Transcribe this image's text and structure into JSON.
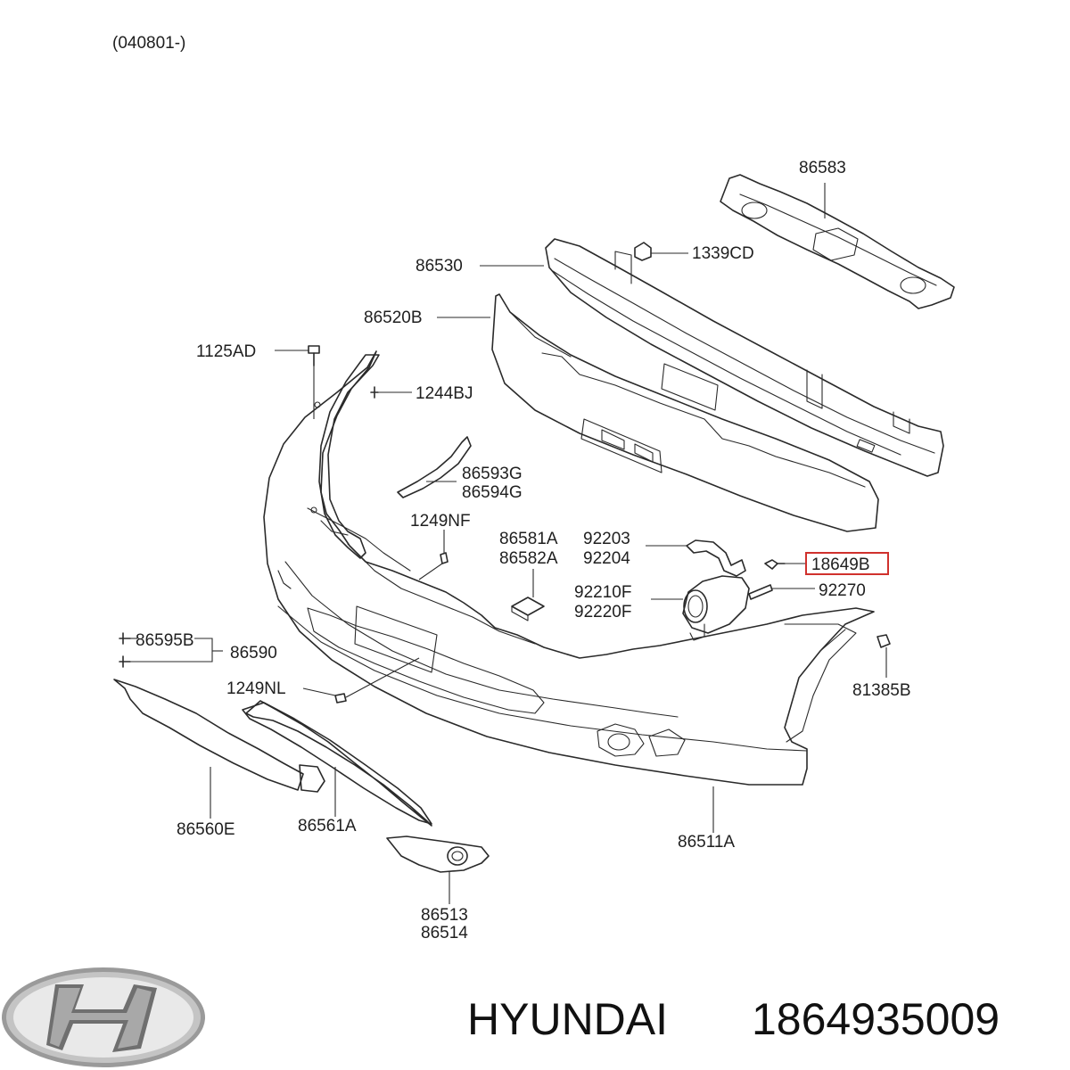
{
  "date_code": "(040801-)",
  "highlight_color": "#d0312d",
  "brand": {
    "name": "HYUNDAI",
    "part_number": "1864935009",
    "logo_icon": "hyundai-logo"
  },
  "labels": {
    "p86583": "86583",
    "p1339cd": "1339CD",
    "p86530": "86530",
    "p86520b": "86520B",
    "p1125ad": "1125AD",
    "p1244bj": "1244BJ",
    "p86593g": "86593G",
    "p86594g": "86594G",
    "p1249nf": "1249NF",
    "p86581a": "86581A",
    "p86582a": "86582A",
    "p92203": "92203",
    "p92204": "92204",
    "p18649b": "18649B",
    "p92210f": "92210F",
    "p92220f": "92220F",
    "p92270": "92270",
    "p86595b": "86595B",
    "p86590": "86590",
    "p1249nl": "1249NL",
    "p81385b": "81385B",
    "p86560e": "86560E",
    "p86561a": "86561A",
    "p86511a": "86511A",
    "p86513": "86513",
    "p86514": "86514"
  }
}
